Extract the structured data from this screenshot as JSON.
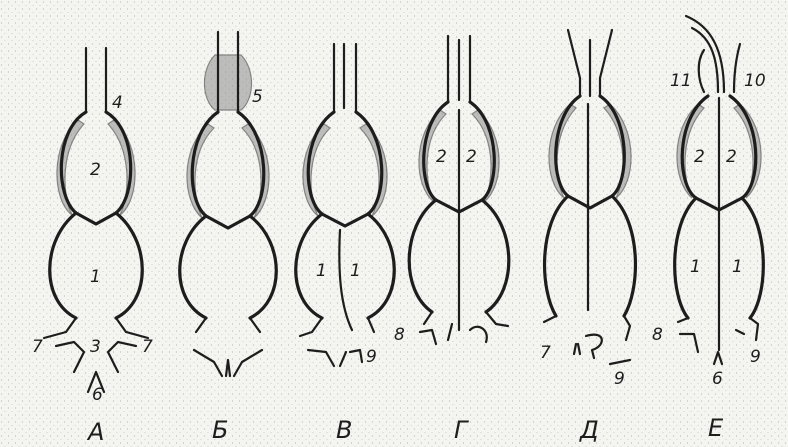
{
  "figure": {
    "panels": [
      {
        "id": "A",
        "caption": "А",
        "labels": [
          "4",
          "2",
          "1",
          "3",
          "7",
          "7",
          "6"
        ]
      },
      {
        "id": "B",
        "caption": "Б",
        "labels": [
          "5"
        ]
      },
      {
        "id": "V",
        "caption": "В",
        "labels": [
          "1",
          "1",
          "9"
        ]
      },
      {
        "id": "G",
        "caption": "Г",
        "labels": [
          "2",
          "2",
          "8"
        ]
      },
      {
        "id": "D",
        "caption": "Д",
        "labels": [
          "7",
          "9"
        ]
      },
      {
        "id": "E",
        "caption": "Е",
        "labels": [
          "11",
          "10",
          "2",
          "2",
          "1",
          "1",
          "8",
          "6",
          "9"
        ]
      }
    ]
  }
}
